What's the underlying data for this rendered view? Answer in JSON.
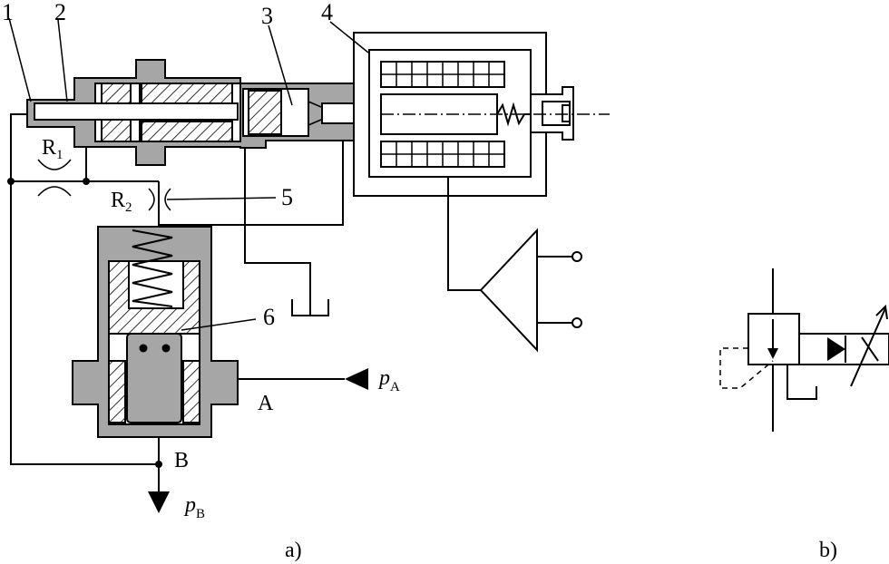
{
  "labels": {
    "n1": "1",
    "n2": "2",
    "n3": "3",
    "n4": "4",
    "n5": "5",
    "n6": "6",
    "r1_main": "R",
    "r1_sub": "1",
    "r2_main": "R",
    "r2_sub": "2",
    "port_a": "A",
    "port_b": "B",
    "pa_main": "p",
    "pa_sub": "A",
    "pb_main": "p",
    "pb_sub": "B"
  },
  "captions": {
    "a": "a)",
    "b": "b)"
  }
}
